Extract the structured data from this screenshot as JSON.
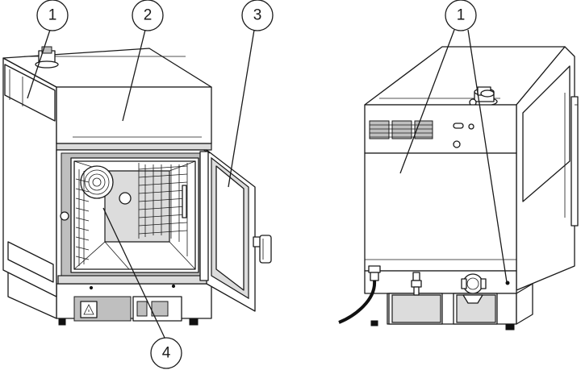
{
  "callouts": [
    {
      "id": "c1-left",
      "label": "1"
    },
    {
      "id": "c2",
      "label": "2"
    },
    {
      "id": "c3",
      "label": "3"
    },
    {
      "id": "c4",
      "label": "4"
    },
    {
      "id": "c1-right",
      "label": "1"
    }
  ]
}
